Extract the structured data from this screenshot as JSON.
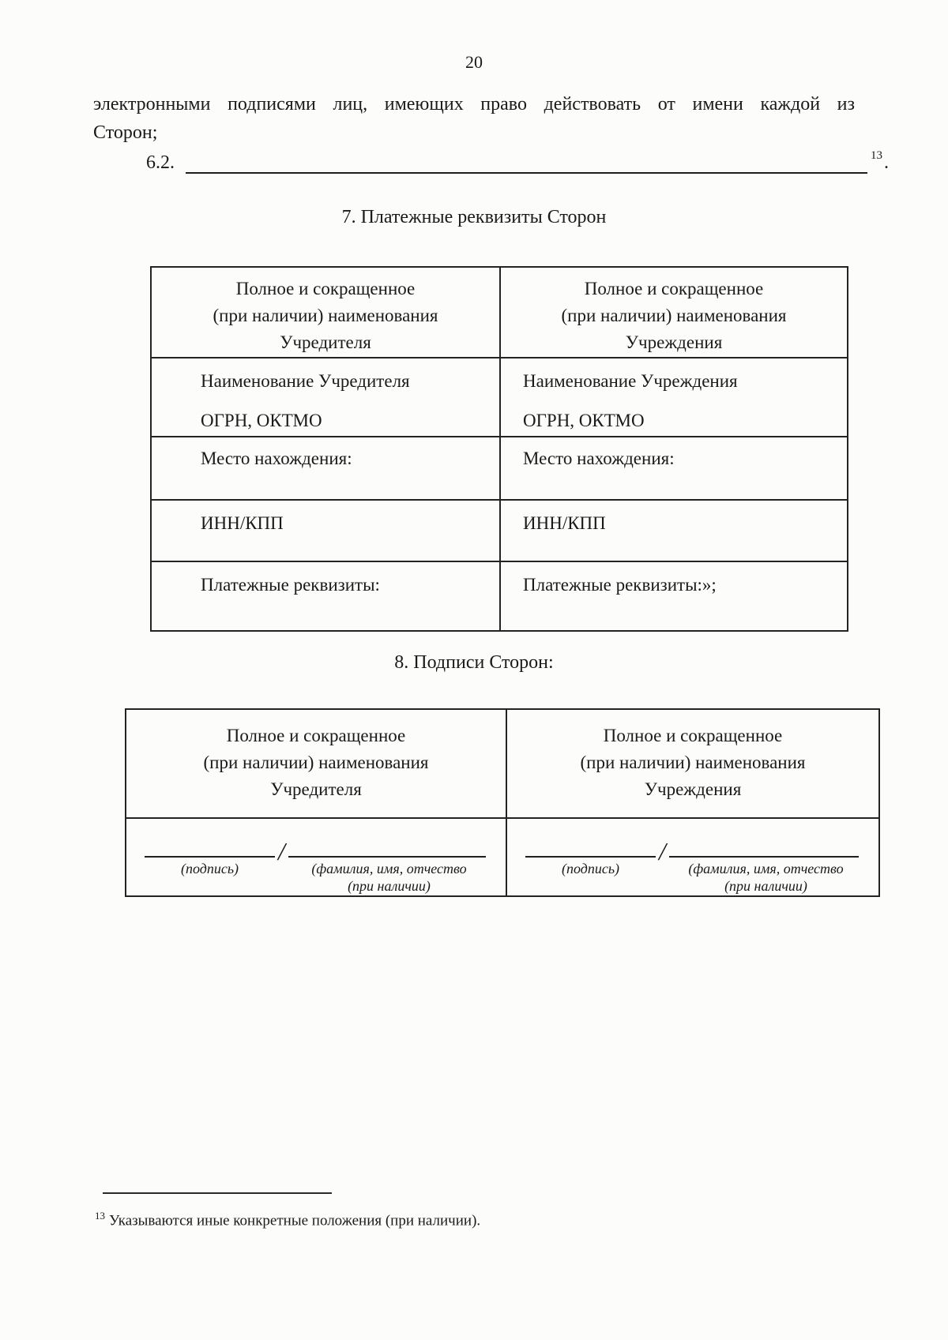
{
  "page_number": "20",
  "paragraph": {
    "line1": "электронными подписями лиц, имеющих право действовать от имени каждой из",
    "line2": "Сторон;"
  },
  "clause_6_2": {
    "number": "6.2.",
    "footnote_ref": "13",
    "after_line": "."
  },
  "sections": {
    "payment": {
      "title": "7. Платежные реквизиты Сторон"
    },
    "signatures": {
      "title": "8. Подписи Сторон:"
    }
  },
  "payment_table": {
    "header": {
      "left": [
        "Полное и сокращенное",
        "(при наличии) наименования",
        "Учредителя"
      ],
      "right": [
        "Полное и сокращенное",
        "(при наличии) наименования",
        "Учреждения"
      ]
    },
    "row_names": {
      "left": [
        "Наименование Учредителя",
        "ОГРН, ОКТМО"
      ],
      "right": [
        "Наименование Учреждения",
        "ОГРН, ОКТМО"
      ]
    },
    "row_location": {
      "left": "Место нахождения:",
      "right": "Место нахождения:"
    },
    "row_inn": {
      "left": "ИНН/КПП",
      "right": "ИНН/КПП"
    },
    "row_payment": {
      "left": "Платежные реквизиты:",
      "right": "Платежные реквизиты:»;"
    }
  },
  "signature_table": {
    "header": {
      "left": [
        "Полное и сокращенное",
        "(при наличии) наименования",
        "Учредителя"
      ],
      "right": [
        "Полное и сокращенное",
        "(при наличии) наименования",
        "Учреждения"
      ]
    },
    "slash": "/",
    "labels": {
      "signature": "(подпись)",
      "full_name_line1": "(фамилия, имя, отчество",
      "full_name_line2": "(при наличии)"
    }
  },
  "footnote": {
    "marker": "13",
    "text": "Указываются иные конкретные положения (при наличии)."
  }
}
